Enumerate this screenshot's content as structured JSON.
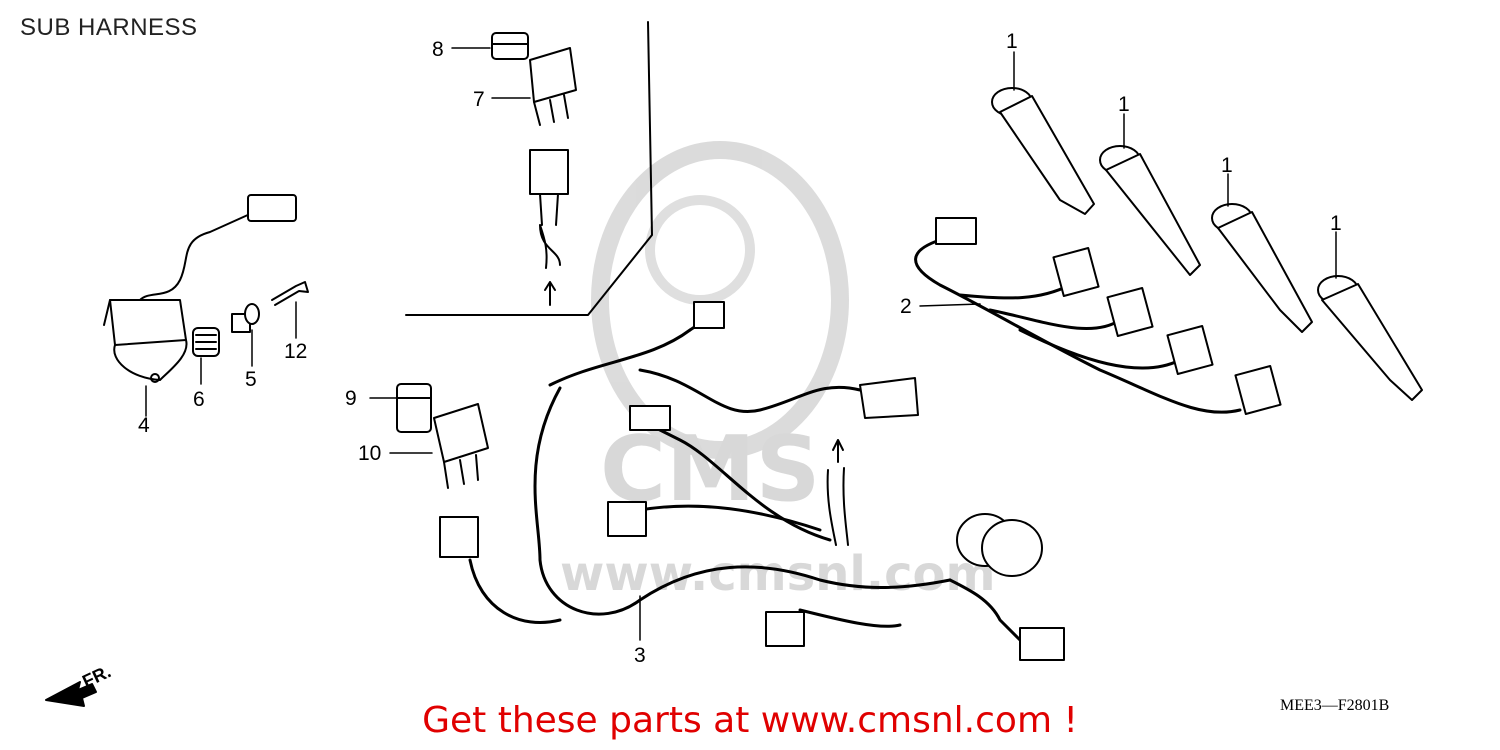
{
  "page": {
    "title": "SUB HARNESS",
    "reference_code": "MEE3—F2801B",
    "promo_text": "Get these parts at www.cmsnl.com !",
    "front_indicator": "FR."
  },
  "watermark": {
    "brand": "CMS",
    "url_text": "www.cmsnl.com"
  },
  "callouts": [
    {
      "id": "1a",
      "number": "1"
    },
    {
      "id": "1b",
      "number": "1"
    },
    {
      "id": "1c",
      "number": "1"
    },
    {
      "id": "1d",
      "number": "1"
    },
    {
      "id": "2",
      "number": "2"
    },
    {
      "id": "3",
      "number": "3"
    },
    {
      "id": "4",
      "number": "4"
    },
    {
      "id": "5",
      "number": "5"
    },
    {
      "id": "6",
      "number": "6"
    },
    {
      "id": "7",
      "number": "7"
    },
    {
      "id": "8",
      "number": "8"
    },
    {
      "id": "9",
      "number": "9"
    },
    {
      "id": "10",
      "number": "10"
    },
    {
      "id": "12",
      "number": "12"
    }
  ],
  "colors": {
    "line": "#000000",
    "watermark": "#d4d4d4",
    "promo": "#e00000"
  }
}
